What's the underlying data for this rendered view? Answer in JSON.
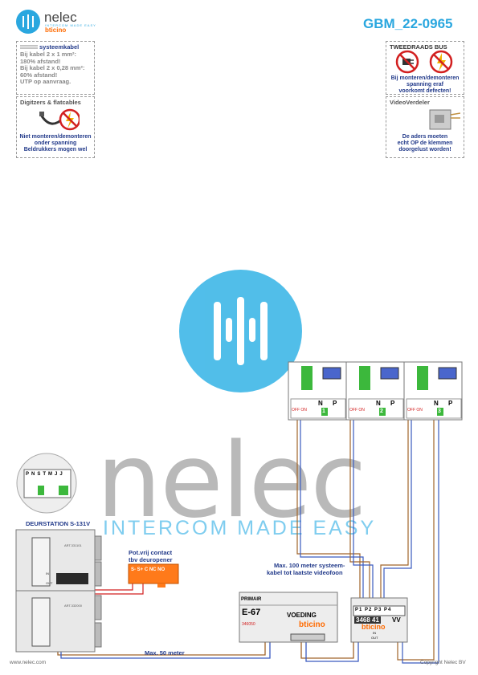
{
  "header": {
    "doc_id": "GBM_22-0965",
    "logo_text": "nelec",
    "logo_sub": "INTERCOM MADE EASY",
    "logo_brand": "bticino"
  },
  "notices": {
    "cable": {
      "title": "systeemkabel",
      "lines": [
        "Bij kabel 2 x 1 mm²:",
        "180% afstand!",
        "Bij kabel 2 x 0,28 mm²:",
        "60% afstand!",
        "UTP op aanvraag."
      ]
    },
    "digitizers": {
      "title": "Digitzers & flatcables",
      "lines": [
        "Niet monteren/demonteren",
        "onder spanning",
        "Beldrukkers mogen wel"
      ]
    },
    "bus": {
      "title": "TWEEDRAADS BUS",
      "lines": [
        "Bij monteren/demonteren",
        "spanning eraf",
        "voorkomt defecten!"
      ]
    },
    "video": {
      "title": "VideoVerdeler",
      "lines": [
        "De aders moeten",
        "echt OP de klemmen",
        "doorgelust worden!"
      ]
    }
  },
  "door_station": {
    "title": "DEURSTATION S-131V",
    "terminals": [
      "P",
      "N",
      "S",
      "T",
      "M",
      "J",
      "J"
    ],
    "module_code_top": "ART.331101",
    "module_code_bottom": "ART.332000",
    "in_label": "IN",
    "out_label": "OUT"
  },
  "relay": {
    "title_1": "Pot.vrij contact",
    "title_2": "tbv deuropener",
    "terminals": "S- S+ C NC NO"
  },
  "monitors": [
    {
      "number": "1",
      "n": "N",
      "p": "P",
      "off": "OFF ON"
    },
    {
      "number": "2",
      "n": "N",
      "p": "P",
      "off": "OFF ON"
    },
    {
      "number": "3",
      "n": "N",
      "p": "P",
      "off": "OFF ON"
    }
  ],
  "power_supply": {
    "primary": "PRIMAIR",
    "model": "E-67",
    "label": "VOEDING",
    "code": "346050",
    "brand": "bticino"
  },
  "distributor": {
    "ports": [
      "P1",
      "P2",
      "P3",
      "P4"
    ],
    "code": "3468 41",
    "vv": "VV",
    "brand": "bticino",
    "in_label": "IN",
    "out_label": "OUT"
  },
  "labels": {
    "max100_1": "Max. 100 meter systeem-",
    "max100_2": "kabel tot laatste videofoon",
    "max50": "Max. 50 meter"
  },
  "footer": {
    "left": "www.nelec.com",
    "right": "Copyright Nelec BV"
  },
  "watermark": {
    "text": "nelec",
    "sub": "INTERCOM MADE EASY"
  },
  "colors": {
    "accent": "#2aa7df",
    "brand_orange": "#ff6a00",
    "label_blue": "#223a8a",
    "wire_brown": "#a0642a",
    "wire_blue": "#3a5bbf",
    "wire_red": "#d22020",
    "terminal_green": "#3cb83c"
  }
}
